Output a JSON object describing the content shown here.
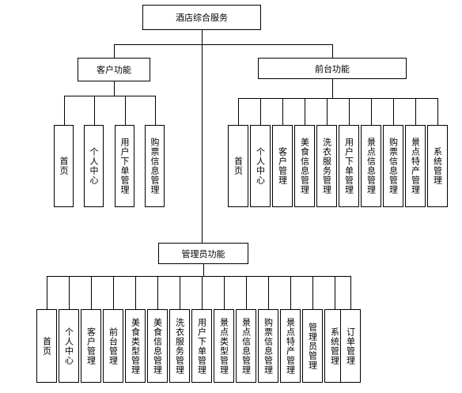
{
  "root": {
    "label": "酒店综合服务"
  },
  "customer": {
    "label": "客户功能",
    "items": [
      "首页",
      "个人中心",
      "用户下单管理",
      "购票信息管理"
    ]
  },
  "frontdesk": {
    "label": "前台功能",
    "items": [
      "首页",
      "个人中心",
      "客户管理",
      "美食信息管理",
      "洗衣服务管理",
      "用户下单管理",
      "景点信息管理",
      "购票信息管理",
      "景点特产管理",
      "系统管理"
    ]
  },
  "admin": {
    "label": "管理员功能",
    "items": [
      "首页",
      "个人中心",
      "客户管理",
      "前台管理",
      "美食类型管理",
      "美食信息管理",
      "洗衣服务管理",
      "用户下单管理",
      "景点类型管理",
      "景点信息管理",
      "购票信息管理",
      "景点特产管理",
      "管理员管理",
      "系统管理",
      "订单管理"
    ]
  }
}
